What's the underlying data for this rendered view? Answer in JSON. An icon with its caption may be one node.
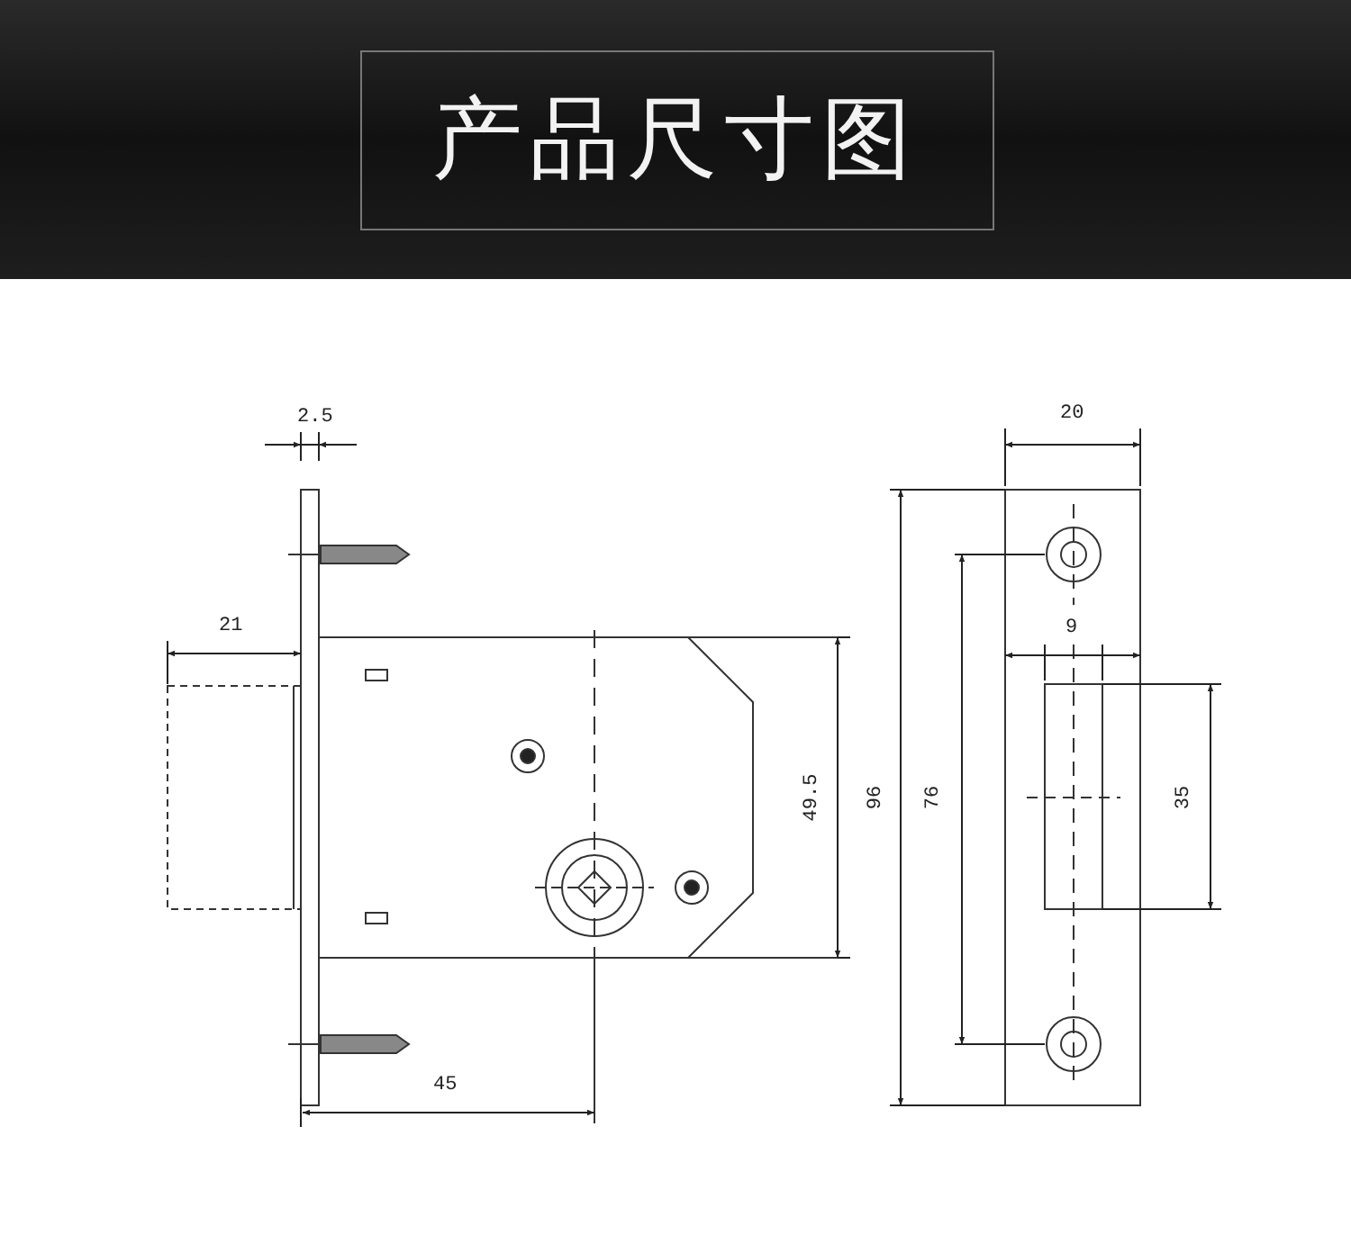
{
  "diagram": {
    "title": "产品尺寸图",
    "labels": [
      "2.5",
      "20",
      "21",
      "9",
      "49.5",
      "96",
      "76",
      "35",
      "45"
    ]
  }
}
